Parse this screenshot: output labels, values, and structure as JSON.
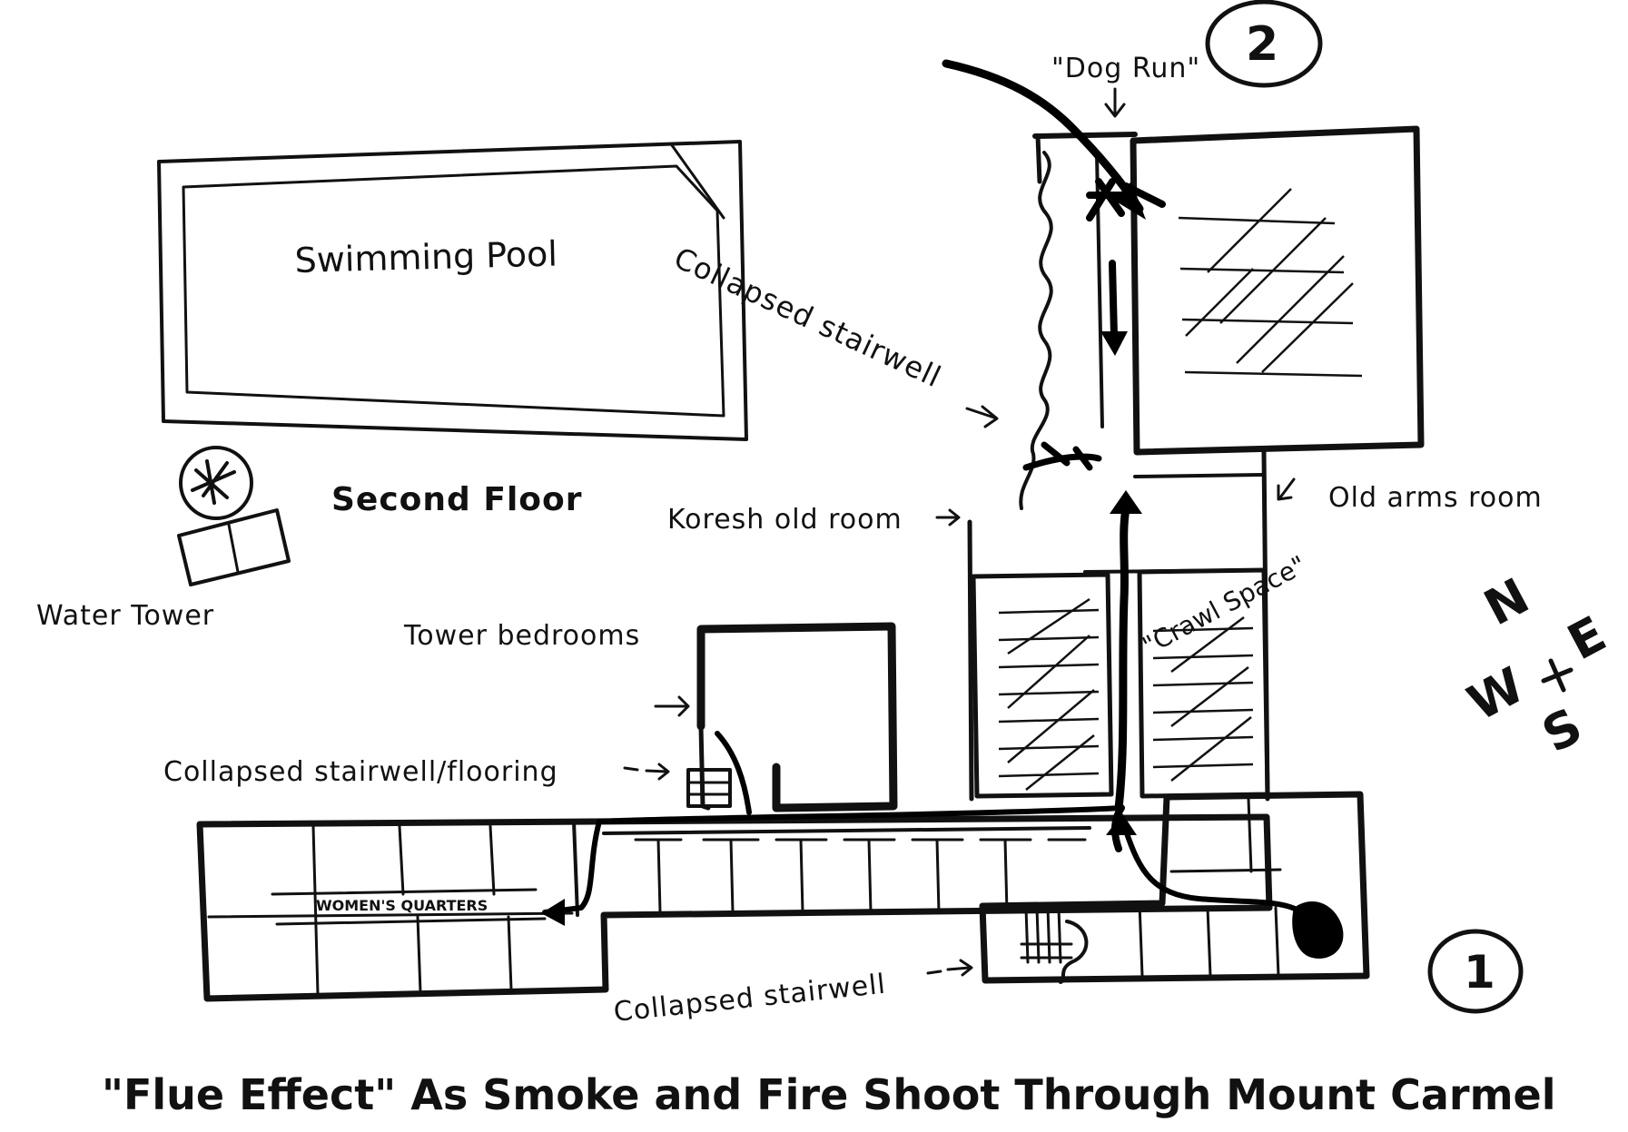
{
  "diagram": {
    "title": "\"Flue Effect\" As Smoke and Fire Shoot Through Mount Carmel",
    "floor_label": "Second Floor",
    "labels": {
      "swimming_pool": "Swimming Pool",
      "water_tower": "Water Tower",
      "dog_run": "\"Dog Run\"",
      "collapsed_stairwell_top": "Collapsed stairwell",
      "koresh_old_room": "Koresh old room",
      "old_arms_room": "Old arms room",
      "crawl_space": "\"Crawl Space\"",
      "tower_bedrooms": "Tower bedrooms",
      "collapsed_stairwell_flooring": "Collapsed stairwell/flooring",
      "womens_quarters": "WOMEN'S QUARTERS",
      "collapsed_stairwell_bottom": "Collapsed stairwell"
    },
    "markers": {
      "entry_1": "1",
      "entry_2": "2"
    },
    "compass": {
      "north": "N",
      "south": "S",
      "east": "E",
      "west": "W"
    }
  }
}
